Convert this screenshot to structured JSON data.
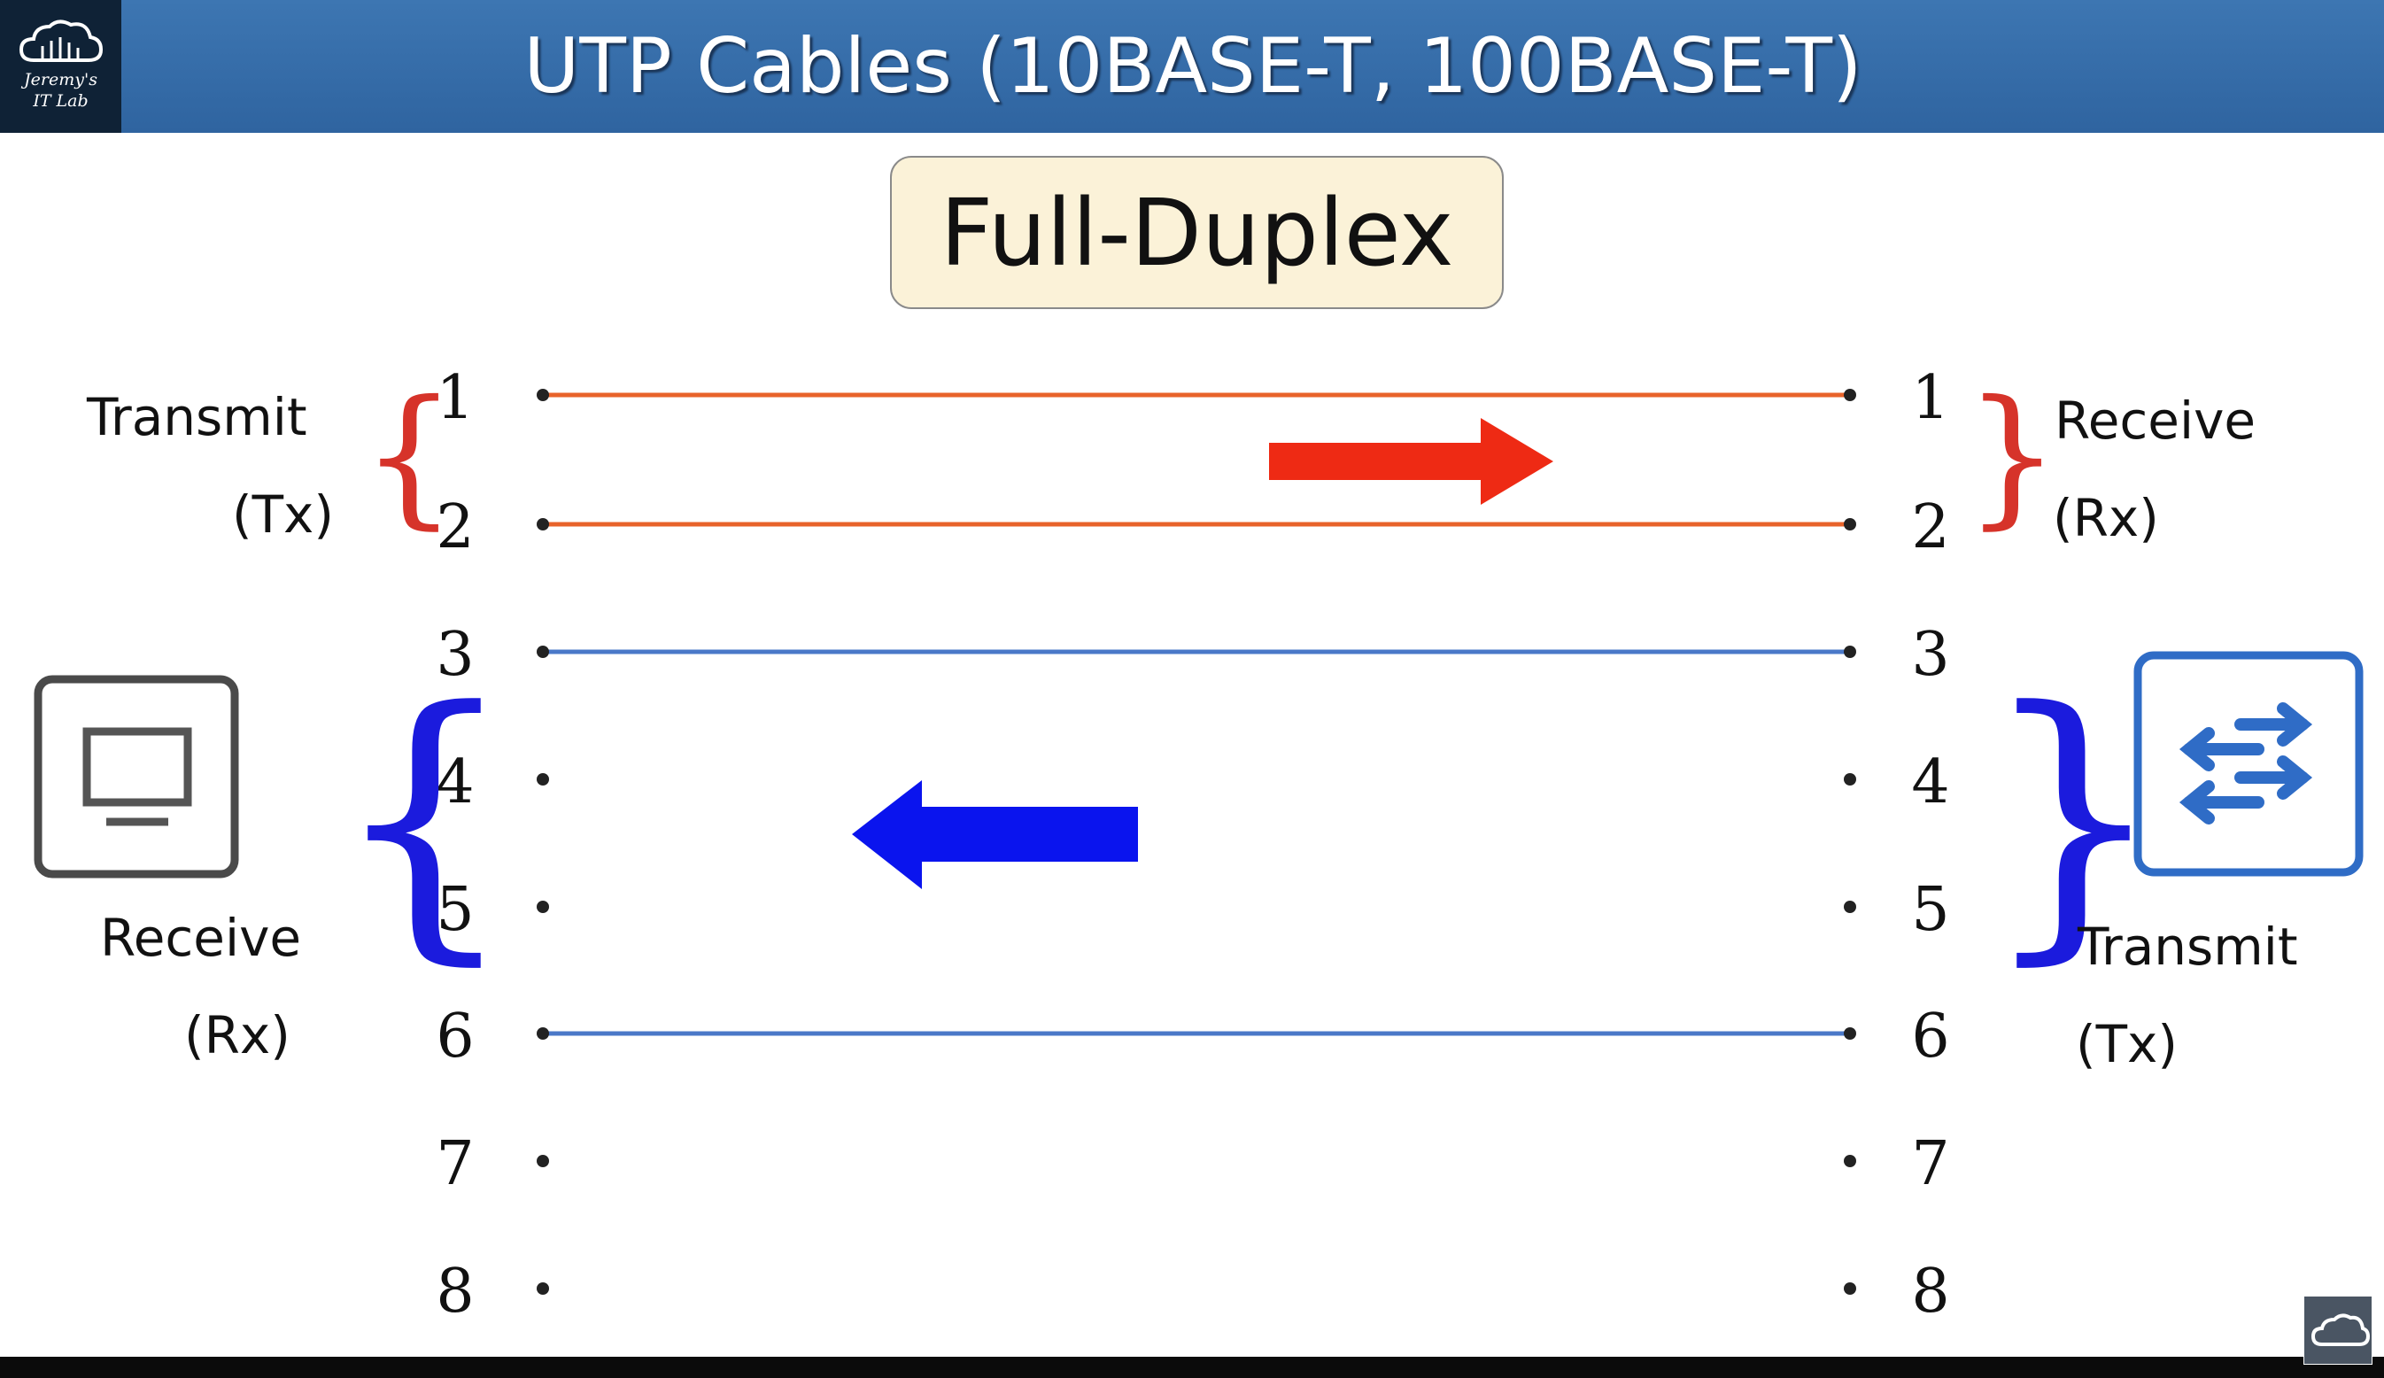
{
  "header": {
    "title": "UTP Cables (10BASE-T, 100BASE-T)",
    "logo_text": "Jeremy's\nIT Lab"
  },
  "badge": {
    "text": "Full-Duplex"
  },
  "left_pins": [
    "1",
    "2",
    "3",
    "4",
    "5",
    "6",
    "7",
    "8"
  ],
  "right_pins": [
    "1",
    "2",
    "3",
    "4",
    "5",
    "6",
    "7",
    "8"
  ],
  "labels": {
    "left_top_title": "Transmit",
    "left_top_sub": "(Tx)",
    "left_bottom_title": "Receive",
    "left_bottom_sub": "(Rx)",
    "right_top_title": "Receive",
    "right_top_sub": "(Rx)",
    "right_bottom_title": "Transmit",
    "right_bottom_sub": "(Tx)"
  },
  "wires": [
    {
      "pin": "1",
      "color": "#e8632a",
      "direction": "to-right"
    },
    {
      "pin": "2",
      "color": "#e8632a",
      "direction": "to-right"
    },
    {
      "pin": "3",
      "color": "#4a78c8",
      "direction": "to-left"
    },
    {
      "pin": "6",
      "color": "#4a78c8",
      "direction": "to-left"
    }
  ],
  "unconnected_pins": [
    "4",
    "5",
    "7",
    "8"
  ],
  "arrows": [
    {
      "direction": "right",
      "color": "#ee2a14"
    },
    {
      "direction": "left",
      "color": "#0a14ee"
    }
  ],
  "devices": {
    "left": "pc-monitor-icon",
    "right": "switch-icon"
  },
  "colors": {
    "header": "#3568a5",
    "tx_rx_top_brace": "#d6332a",
    "tx_rx_bottom_brace": "#1b1bdd",
    "badge_bg": "#fbf2d8"
  }
}
